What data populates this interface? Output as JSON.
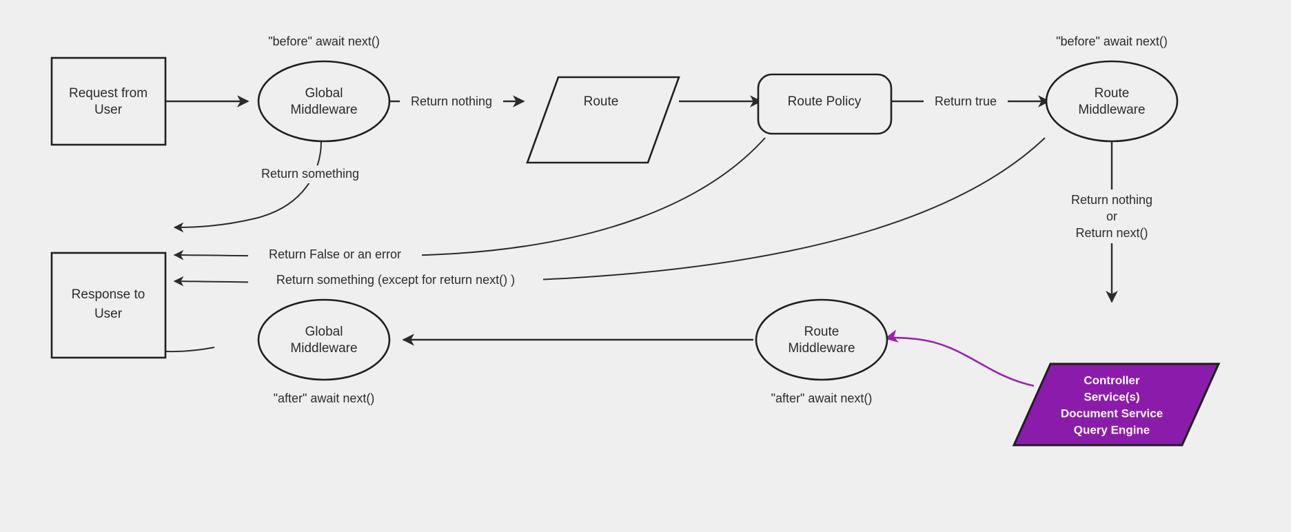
{
  "diagram": {
    "title": "Middleware request lifecycle flowchart",
    "background_color": "#efefef",
    "stroke_color": "#2b2b2b",
    "accent_color": "#8B1BAB",
    "accent_edge_color": "#9B1FB0",
    "nodes": [
      {
        "id": "request",
        "shape": "rect",
        "label_line1": "Request from",
        "label_line2": "User"
      },
      {
        "id": "global-mw-top",
        "shape": "ellipse",
        "label_line1": "Global",
        "label_line2": "Middleware"
      },
      {
        "id": "route",
        "shape": "parallelogram",
        "label_line1": "Route",
        "label_line2": ""
      },
      {
        "id": "route-policy",
        "shape": "rounded-rect",
        "label_line1": "Route Policy",
        "label_line2": ""
      },
      {
        "id": "route-mw-top",
        "shape": "ellipse",
        "label_line1": "Route",
        "label_line2": "Middleware"
      },
      {
        "id": "response",
        "shape": "rect",
        "label_line1": "Response to",
        "label_line2": "User"
      },
      {
        "id": "global-mw-bottom",
        "shape": "ellipse",
        "label_line1": "Global",
        "label_line2": "Middleware"
      },
      {
        "id": "route-mw-bottom",
        "shape": "ellipse",
        "label_line1": "Route",
        "label_line2": "Middleware"
      },
      {
        "id": "controller",
        "shape": "parallelogram",
        "label_line1": "Controller",
        "label_line2": "Service(s)",
        "label_line3": "Document Service",
        "label_line4": "Query Engine"
      }
    ],
    "annotations": [
      {
        "id": "before-global",
        "text": "\"before\" await next()"
      },
      {
        "id": "before-route",
        "text": "\"before\" await next()"
      },
      {
        "id": "after-global",
        "text": "\"after\" await next()"
      },
      {
        "id": "after-route",
        "text": "\"after\" await next()"
      }
    ],
    "edge_labels": {
      "return_nothing": "Return nothing",
      "return_true": "Return true",
      "return_something": "Return something",
      "return_false_or_error": "Return False or an error",
      "return_something_except": "Return something (except for return next() )",
      "return_nothing_or_next_line1": "Return nothing",
      "return_nothing_or_next_line2": "or",
      "return_nothing_or_next_line3": "Return next()"
    }
  }
}
